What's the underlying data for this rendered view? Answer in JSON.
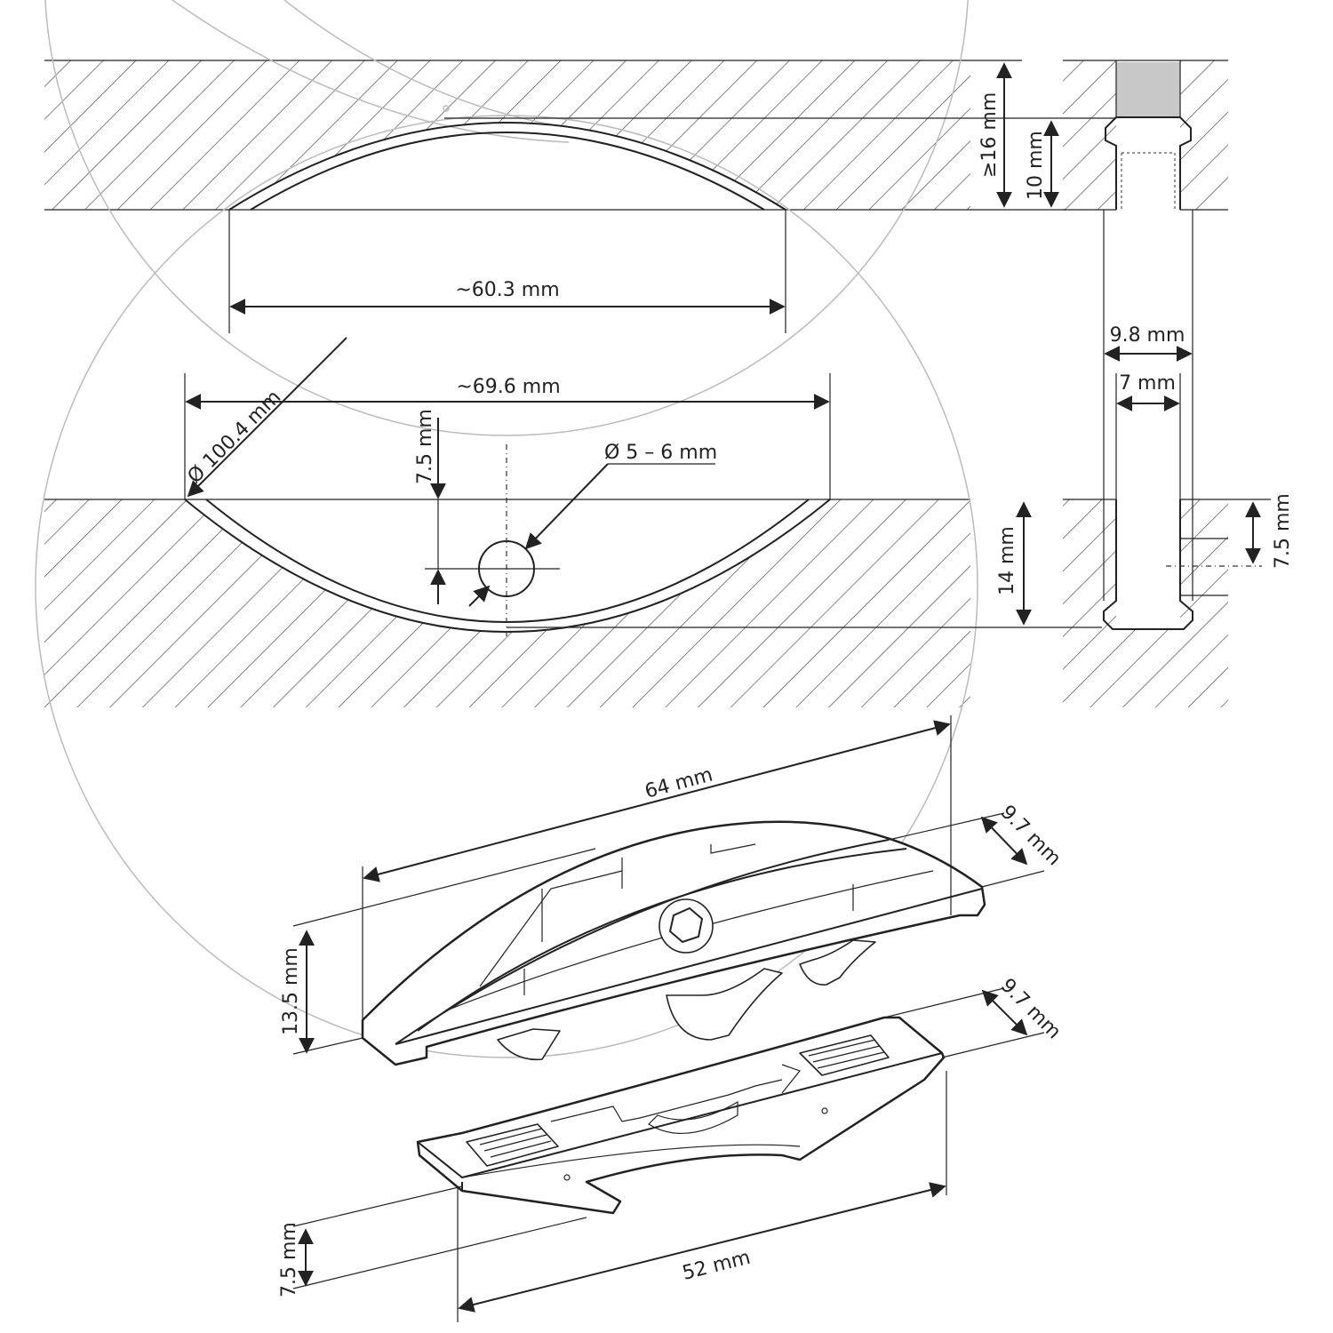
{
  "dimensions": {
    "top_depth": "≥16 mm",
    "slot_depth": "10 mm",
    "chord_inner": "~60.3 mm",
    "chord_outer": "~69.6 mm",
    "diameter": "Ø 100.4 mm",
    "screw_offset": "7.5 mm",
    "screw_diameter": "Ø 5 – 6 mm",
    "bottom_depth": "14 mm",
    "groove_outer": "9.8 mm",
    "groove_inner": "7 mm",
    "side_offset": "7.5 mm",
    "part_length": "64 mm",
    "part_width_top": "9.7 mm",
    "part_height": "13.5 mm",
    "lower_width": "9.7 mm",
    "lower_height": "7.5 mm",
    "lower_length": "52 mm"
  },
  "colors": {
    "line": "#222222",
    "circle": "#bbbbbb",
    "hatch": "#333333",
    "insert_fill": "#c8c8c8"
  }
}
